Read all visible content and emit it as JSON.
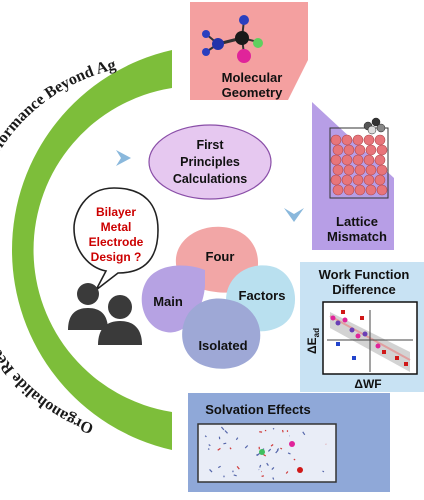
{
  "ring": {
    "text": "Organohalide Reduction ● Electrocatalysis ● Performance Beyond Ag"
  },
  "panels": {
    "molecular": {
      "line1": "Molecular",
      "line2": "Geometry"
    },
    "lattice": {
      "line1": "Lattice",
      "line2": "Mismatch"
    },
    "workfunction": {
      "line1": "Work Function",
      "line2": "Difference",
      "ylabel": "ΔE",
      "ylabel_sub": "ad",
      "xlabel": "ΔWF"
    },
    "solvation": {
      "title": "Solvation Effects"
    }
  },
  "center": {
    "ellipse": {
      "line1": "First",
      "line2": "Principles",
      "line3": "Calculations"
    },
    "bubble": {
      "line1": "Bilayer",
      "line2": "Metal",
      "line3": "Electrode",
      "line4": "Design ?"
    },
    "petals": {
      "top": "Four",
      "left": "Main",
      "right": "Factors",
      "bottom": "Isolated"
    }
  },
  "colors": {
    "ring_green": "#7dbe3a",
    "molecular": "#f4a0a0",
    "lattice": "#b79ee6",
    "workfunction": "#c8e2f3",
    "solvation": "#8fa8d8",
    "petal_top": "#f2a6a6",
    "petal_left": "#b6a2e3",
    "petal_right": "#b9e0ef",
    "petal_bottom": "#9ea8d6",
    "ellipse": "#e6c8f0",
    "bubble_text": "#cc0000"
  }
}
